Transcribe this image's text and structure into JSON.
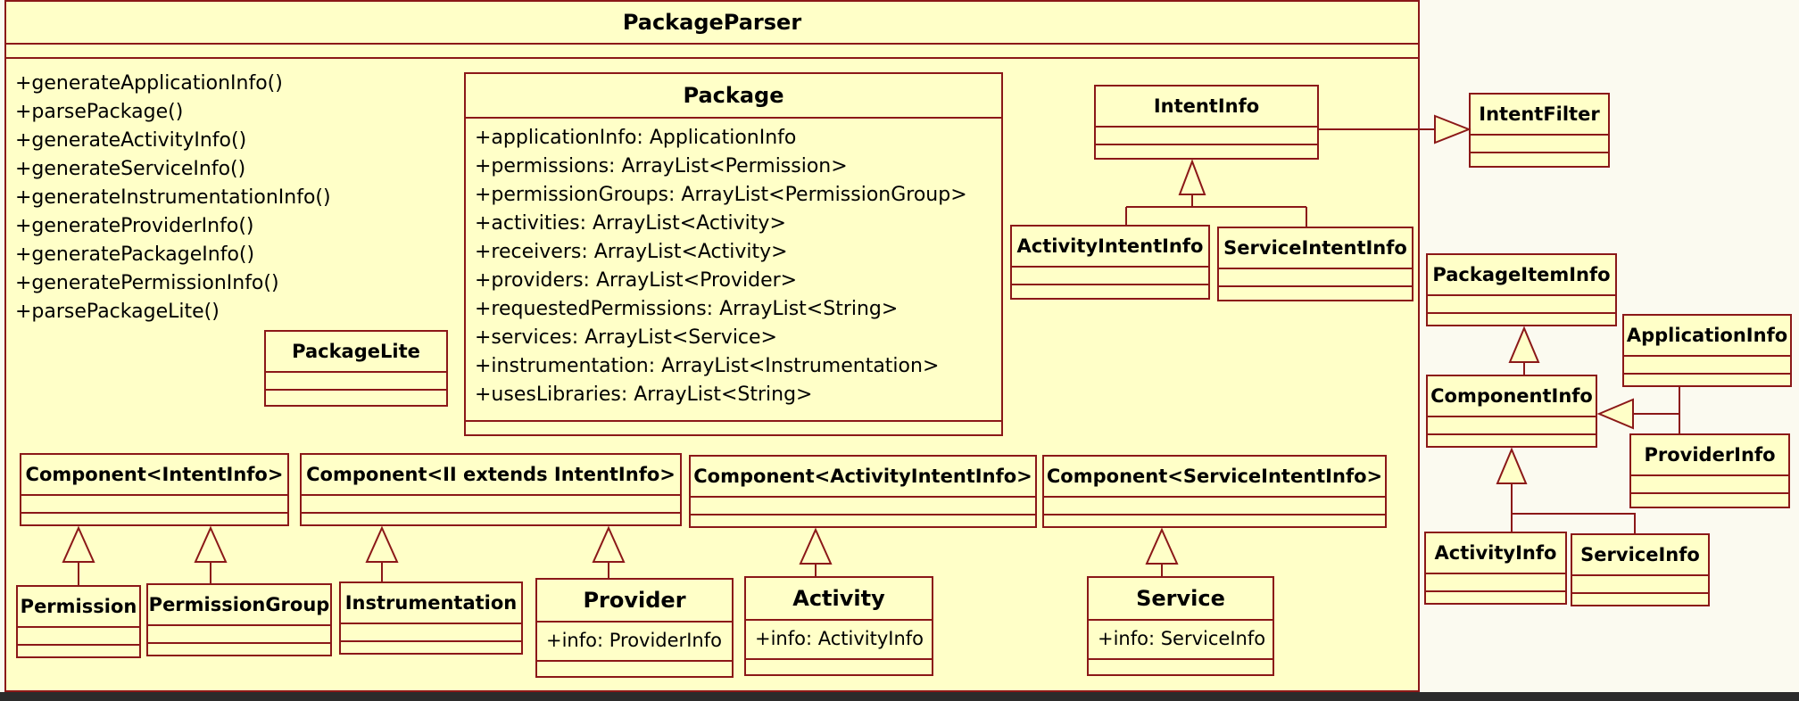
{
  "outer": {
    "name": "PackageParser",
    "methods": [
      "+generateApplicationInfo()",
      "+parsePackage()",
      "+generateActivityInfo()",
      "+generateServiceInfo()",
      "+generateInstrumentationInfo()",
      "+generateProviderInfo()",
      "+generatePackageInfo()",
      "+generatePermissionInfo()",
      "+parsePackageLite()"
    ]
  },
  "package": {
    "name": "Package",
    "attributes": [
      "+applicationInfo: ApplicationInfo",
      "+permissions: ArrayList<Permission>",
      "+permissionGroups: ArrayList<PermissionGroup>",
      "+activities: ArrayList<Activity>",
      "+receivers: ArrayList<Activity>",
      "+providers: ArrayList<Provider>",
      "+requestedPermissions: ArrayList<String>",
      "+services: ArrayList<Service>",
      "+instrumentation: ArrayList<Instrumentation>",
      "+usesLibraries: ArrayList<String>"
    ]
  },
  "classes": {
    "intent_info": "IntentInfo",
    "intent_filter": "IntentFilter",
    "activity_intent_info": "ActivityIntentInfo",
    "service_intent_info": "ServiceIntentInfo",
    "package_lite": "PackageLite",
    "component_intent_info": "Component<IntentInfo>",
    "component_ii": "Component<II extends IntentInfo>",
    "component_activity_intent_info": "Component<ActivityIntentInfo>",
    "component_service_intent_info": "Component<ServiceIntentInfo>",
    "permission": "Permission",
    "permission_group": "PermissionGroup",
    "instrumentation": "Instrumentation",
    "provider": "Provider",
    "provider_attr": "+info: ProviderInfo",
    "activity": "Activity",
    "activity_attr": "+info: ActivityInfo",
    "service": "Service",
    "service_attr": "+info: ServiceInfo",
    "package_item_info": "PackageItemInfo",
    "application_info": "ApplicationInfo",
    "component_info": "ComponentInfo",
    "provider_info": "ProviderInfo",
    "activity_info": "ActivityInfo",
    "service_info": "ServiceInfo"
  },
  "colors": {
    "fill": "#ffffc8",
    "border": "#8b1818"
  }
}
